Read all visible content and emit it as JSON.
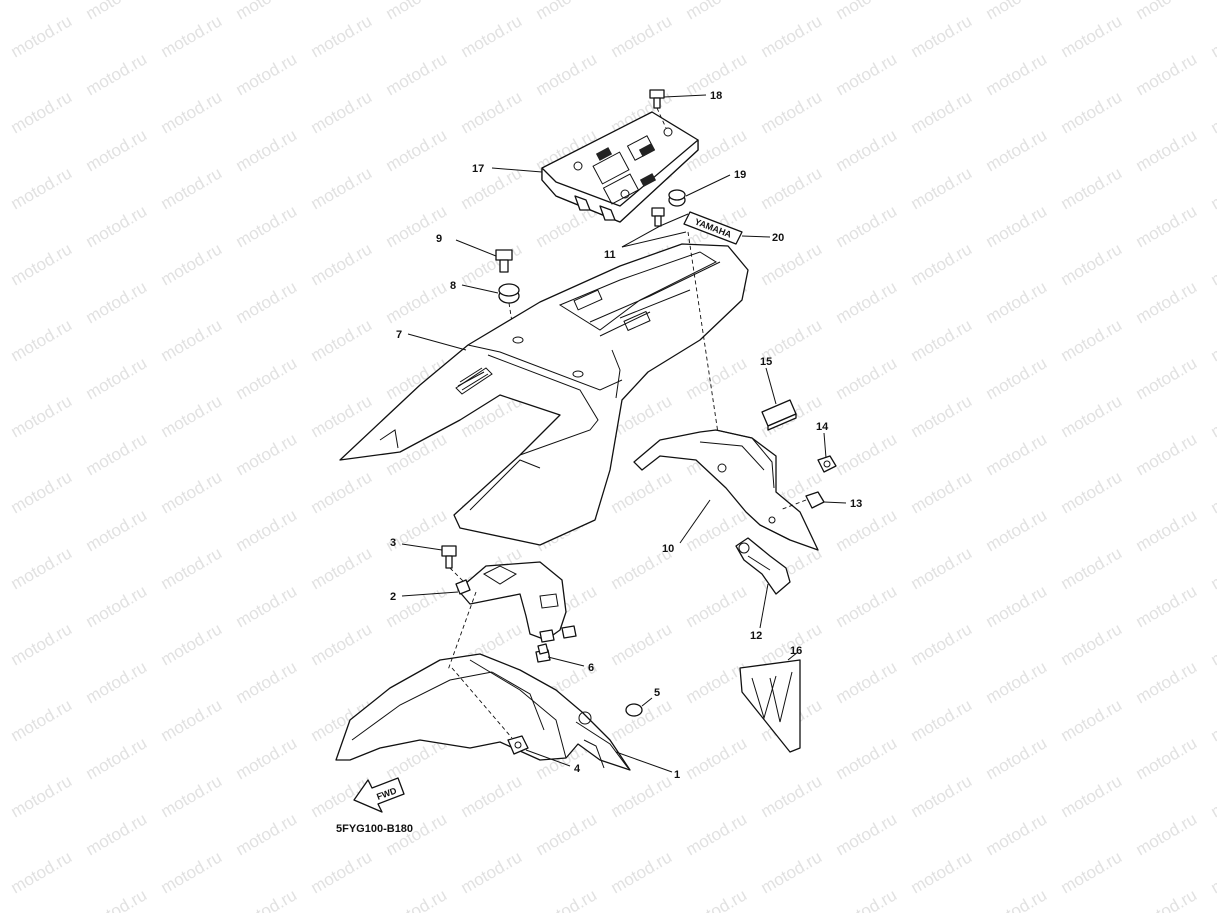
{
  "watermark": "motod.ru",
  "diagram_code": "5FYG100-B180",
  "fwd_label": "FWD",
  "decal_text": "YAMAHA",
  "callouts": [
    {
      "id": "18",
      "label": "18"
    },
    {
      "id": "17",
      "label": "17"
    },
    {
      "id": "19",
      "label": "19"
    },
    {
      "id": "20",
      "label": "20"
    },
    {
      "id": "11",
      "label": "11"
    },
    {
      "id": "9",
      "label": "9"
    },
    {
      "id": "8",
      "label": "8"
    },
    {
      "id": "7",
      "label": "7"
    },
    {
      "id": "15",
      "label": "15"
    },
    {
      "id": "14",
      "label": "14"
    },
    {
      "id": "13",
      "label": "13"
    },
    {
      "id": "10",
      "label": "10"
    },
    {
      "id": "3",
      "label": "3"
    },
    {
      "id": "2",
      "label": "2"
    },
    {
      "id": "6",
      "label": "6"
    },
    {
      "id": "12",
      "label": "12"
    },
    {
      "id": "16",
      "label": "16"
    },
    {
      "id": "5",
      "label": "5"
    },
    {
      "id": "4",
      "label": "4"
    },
    {
      "id": "1",
      "label": "1"
    }
  ]
}
